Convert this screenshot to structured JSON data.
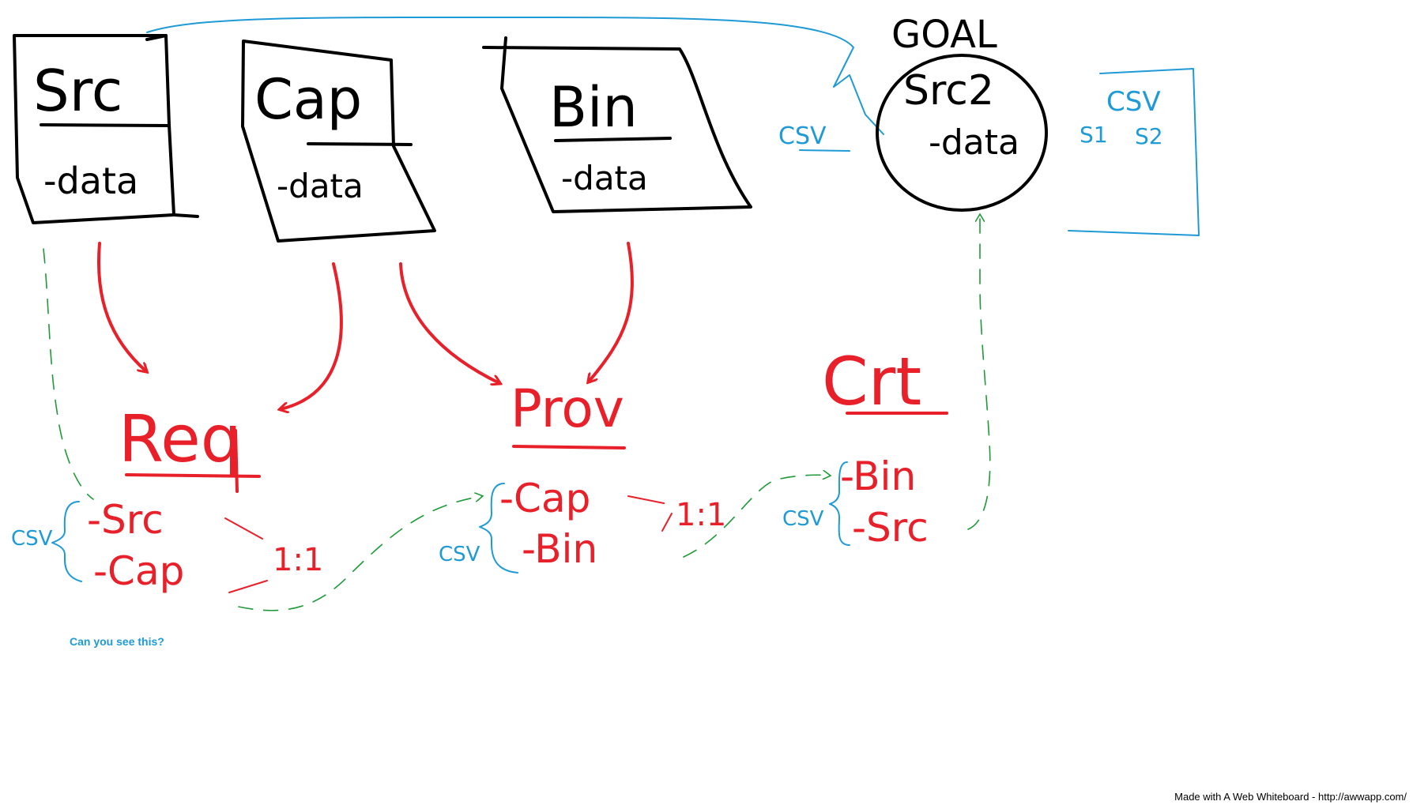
{
  "entities": {
    "src": {
      "title": "Src",
      "field": "-data"
    },
    "cap": {
      "title": "Cap",
      "field": "-data"
    },
    "bin": {
      "title": "Bin",
      "field": "-data"
    },
    "goal": {
      "label": "GOAL",
      "title": "Src2",
      "field": "-data"
    }
  },
  "relations": {
    "req": {
      "title": "Req",
      "fields": [
        "-Src",
        "-Cap"
      ],
      "ratio": "1:1",
      "format": "CSV"
    },
    "prov": {
      "title": "Prov",
      "fields": [
        "-Cap",
        "-Bin"
      ],
      "ratio": "1:1",
      "format": "CSV"
    },
    "crt": {
      "title": "Crt",
      "fields": [
        "-Bin",
        "-Src"
      ],
      "format": "CSV"
    }
  },
  "goal_notes": {
    "csv_left": "CSV",
    "csv_right": "CSV",
    "s1": "S1",
    "s2": "S2"
  },
  "note": "Can you see this?",
  "footer": "Made with A Web Whiteboard - http://awwapp.com/",
  "colors": {
    "ink": "#000000",
    "red": "#e8202a",
    "blue": "#1e9ad6",
    "green": "#1e9a3a"
  }
}
